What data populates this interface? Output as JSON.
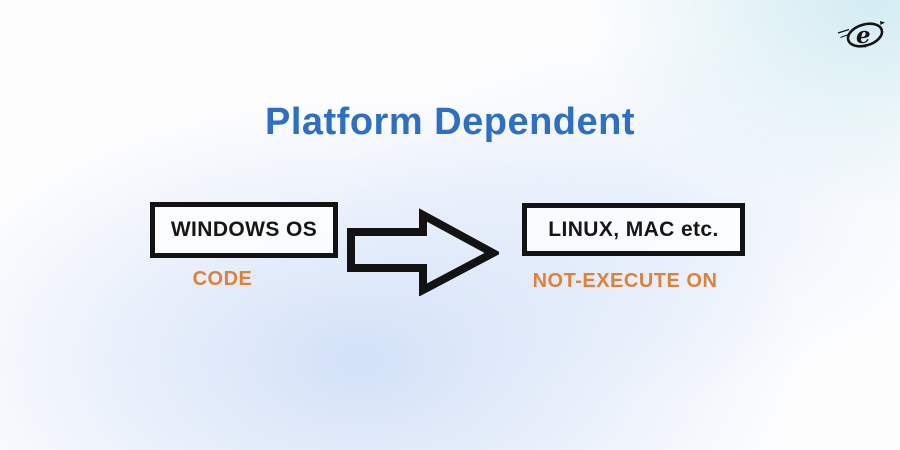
{
  "page": {
    "title": "Platform Dependent"
  },
  "colors": {
    "title-blue": "#2e6fc2",
    "caption-orange": "#e0813a",
    "box-border": "#131313",
    "box-text": "#161616",
    "logo-ink": "#151515",
    "bg-tint-cyan": "#d3ecf2",
    "bg-tint-blue": "#cbdcf6"
  },
  "diagram": {
    "source_box": {
      "label": "WINDOWS OS",
      "caption": "CODE"
    },
    "arrow": {
      "icon": "right-block-arrow",
      "direction": "right"
    },
    "target_box": {
      "label": "LINUX, MAC etc.",
      "caption": "NOT-EXECUTE ON"
    }
  },
  "branding": {
    "logo_icon": "e-orbit-logo"
  }
}
